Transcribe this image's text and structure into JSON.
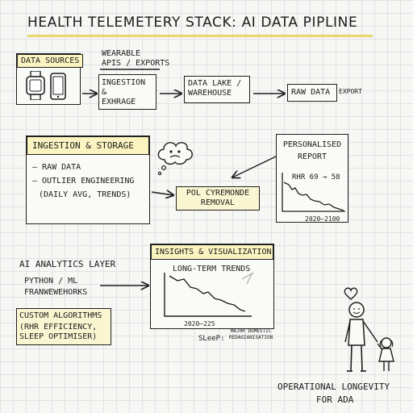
{
  "title": "HEALTH TELEMETERY STACK:  AI DATA PIPLINE",
  "row1": {
    "sources_label": "DATA SOURCES",
    "wearable_label": "WEARABLE\nAPIS / EXPORTS",
    "ingestion_label": "INGESTION\n&\nEXHRAGE",
    "lake_label": "DATA LAKE /\nWAREHOUSE",
    "raw_label": "RAW DATA",
    "export_label": "EXPORT"
  },
  "row2": {
    "storage_title": "INGESTION & STORAGE",
    "storage_items": [
      "— RAW DATA",
      "— OUTLIER ENGINEERING",
      "(DAILY AVG, TRENDS)"
    ],
    "outlier_box": "POL CYREMONDE\nREMOVAL",
    "report_title": "PERSONALISED\nREPORT",
    "report_metric": "RHR 69 → 58",
    "report_range": "2020–2100"
  },
  "row3": {
    "ai_title": "AI ANALYTICS LAYER",
    "ai_body": "PYTHON / ML\nFRANWEWEHORKS",
    "custom_title": "CUSTOM ALGORITHMS",
    "custom_body": "(RHR EFFICIENCY,\nSLEEP OPTIMISER)",
    "insights_title": "INSIGHTS & VISUALIZATION",
    "chart_label": "LONG-TERM TRENDS",
    "chart_range": "2020–225",
    "sleep_label": "SLeeP:",
    "sleep_note": "MAJ0R DOMESTIC\nREDAGIANISATION"
  },
  "footer": {
    "line1": "OPERATIONAL LONGEVITY",
    "line2": "FOR ADA"
  },
  "colors": {
    "ink": "#1f1f1f",
    "highlight": "#fbf3c0",
    "title_underline": "#e9d76a",
    "grid": "#dfe3e8"
  }
}
